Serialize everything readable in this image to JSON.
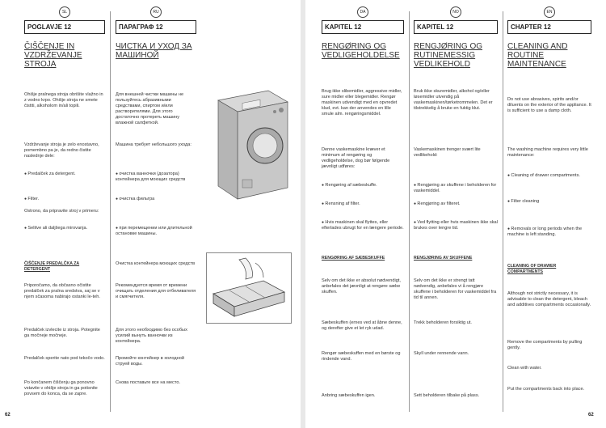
{
  "left": {
    "page_number": "62",
    "sl": {
      "badge": "SL",
      "header": "POGLAVJE 12",
      "title": "ČIŠČENJE IN VZDRŽEVANJE STROJA",
      "p1": "Ohišje pralnega stroja obrišite vlažno in z vodno krpo. Ohišje stroja ne smete čistiti, alkoholom in/ali topili.",
      "p2": "Vzdrževanje stroja je zelo enostavno, pomembno pa je, da redno čistite naslednje dele:",
      "b1": "Predalček za detergent.",
      "b2": "Filter.",
      "p3": "Ostrono, da pripravite stroj v primeru:",
      "b3": "Selitve ali daljšega mirovanja.",
      "sub": "ČIŠČENJE PREDALČKA ZA DETERGENT",
      "p4": "Priporočamo, da občasno očistite predalček za pralna sredstva, saj se v njem sčasoma nabirajo ostanki le-teh.",
      "p5": "Predalček izvlecite iz stroja. Potegnite ga močneje močneje.",
      "p6": "Predalček sperite nato pod tekočo vodo.",
      "p7": "Po končanem čiščenju ga ponovno vstavite v ohišje stroja in ga potisnite povsem do konca, da se zapre."
    },
    "ru": {
      "badge": "RU",
      "header": "ПАРАГРАФ 12",
      "title": "ЧИСТКА И УХОД ЗА МАШИНОЙ",
      "p1": "Для внешней чистки машины не пользуйтесь абразивными средствами, спиртом и/или растворителями. Для этого достаточно протереть машину влажной салфеткой.",
      "p2": "Машина требует небольшого ухода:",
      "b1": "очистка ванночки (дозатора) контейнера для моющих средств",
      "b2": "очистка фильтра",
      "b3": "при перемещении или длительной остановке машины.",
      "sub": "Очистка контейнера моющих средств",
      "p4": "Рекомендуется время от времени очищать отделения для отбеливателя и смягчителя.",
      "p5": "Для этого необходимо без особых усилий вынуть ванночки из контейнера.",
      "p6": "Промойте контейнер в холодной струей воды.",
      "p7": "Снова поставьте все на место."
    }
  },
  "right": {
    "page_number": "62",
    "da": {
      "badge": "DA",
      "header": "KAPITEL 12",
      "title": "RENGØRING OG VEDLIGEHOLDELSE",
      "p1": "Brug ikke slibemidler, aggressive midler, sure midler eller blegemidler. Rengør maskinen udvendigt med en opvredet klud, evt. kan der anvendes en lille smule alm. rengøringsmiddel.",
      "p2": "Denne vaskemaskine kræver et minimum af rengøring og vedligeholdelse, dog bør følgende jævnligt udføres:",
      "b1": "Rengøring af sæbeskuffe.",
      "b2": "Rensning af filter.",
      "b3": "Hvis maskinen skal flyttes, eller efterlades ubrugt for en længere periode.",
      "sub": "RENGØRING AF SÆBESKUFFE",
      "p4": "Selv om det ikke er absolut nødvendigt, anbefales det jævnligt at rengøre sæbe skuffen.",
      "p5": "Sæbeskuffen (ernes ved at åbne denne, og derefter give et let ryk udad.",
      "p6": "Rengør sæbeskuffen med en børste og rindende vand.",
      "p7": "Anbring sæbeskuffen igen."
    },
    "no": {
      "badge": "NO",
      "header": "KAPITEL 12",
      "title": "RENGJØRING OG RUTINEMESSIG VEDLIKEHOLD",
      "p1": "Bruk ikke skuremidler, alkohol og/eller løsemidler utvendig på vaskemaskinen/tørketrommelen. Det er tilstrekkelig å bruke en fuktig klut.",
      "p2": "Vaskemaskinen trenger svært lite vedlikehold:",
      "b1": "Rengjøring av skuffene i beholderen for vaskemiddel.",
      "b2": "Rengjøring av filteret.",
      "b3": "Ved flytting eller hvis maskinen ikke skal brukes over lengre tid.",
      "sub": "RENGJØRING AV SKUFFENE",
      "p4": "Selv om det ikke er strengt tatt nødvendig, anbefales vi å rengjøre skuffene i beholderen for vaskemiddel fra tid til annen.",
      "p5": "Trekk beholderen forsiktig ut.",
      "p6": "Skyll under rennende vann.",
      "p7": "Sett beholderen tilbake på plass."
    },
    "en": {
      "badge": "EN",
      "header": "CHAPTER 12",
      "title": "CLEANING AND ROUTINE MAINTENANCE",
      "p1": "Do not use abrasives, spirits and/or diluents on the exterior of the appliance. It is sufficient to use a damp cloth.",
      "p2": "The washing machine requires very little maintenance:",
      "b1": "Cleaning of drawer compartments.",
      "b2": "Filter cleaning",
      "b3": "Removals or long periods when the machine is left standing.",
      "sub": "CLEANING OF DRAWER COMPARTMENTS",
      "p4": "Although not strictly necessary, it is advisable to clean the detergent, bleach and additives compartments occasionally.",
      "p5": "Remove the compartments by pulling gently.",
      "p6": "Clean with water.",
      "p7": "Put the compartments back into place."
    }
  }
}
